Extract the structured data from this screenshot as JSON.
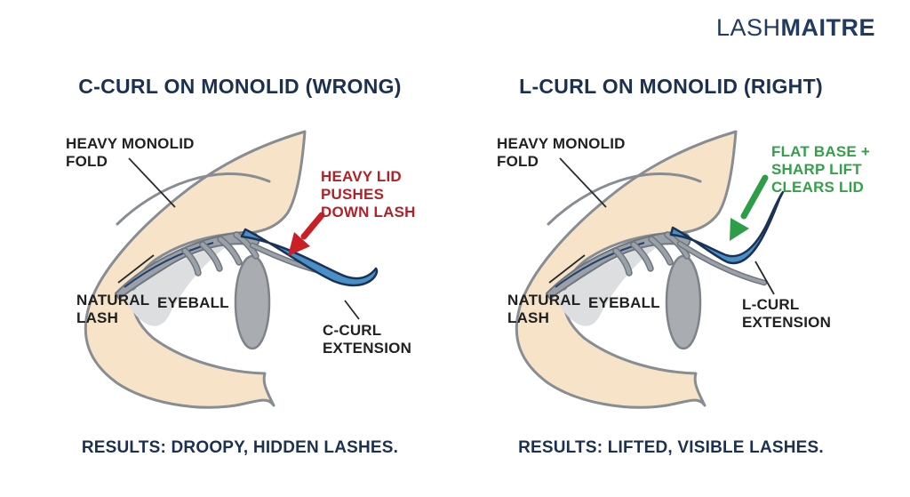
{
  "brand": {
    "prefix": "LASH",
    "suffix": "MAITRE"
  },
  "panels": [
    {
      "id": "wrong",
      "title": "C-CURL ON MONOLID (WRONG)",
      "labels": {
        "fold_line1": "HEAVY MONOLID",
        "fold_line2": "FOLD",
        "natural_line1": "NATURAL",
        "natural_line2": "LASH",
        "eyeball": "EYEBALL",
        "extension_line1": "C-CURL",
        "extension_line2": "EXTENSION",
        "note_line1": "HEAVY LID",
        "note_line2": "PUSHES",
        "note_line3": "DOWN LASH"
      },
      "result": "RESULTS: DROOPY, HIDDEN LASHES."
    },
    {
      "id": "right",
      "title": "L-CURL ON MONOLID (RIGHT)",
      "labels": {
        "fold_line1": "HEAVY MONOLID",
        "fold_line2": "FOLD",
        "natural_line1": "NATURAL",
        "natural_line2": "LASH",
        "eyeball": "EYEBALL",
        "extension_line1": "L-CURL",
        "extension_line2": "EXTENSION",
        "note_line1": "FLAT BASE +",
        "note_line2": "SHARP LIFT",
        "note_line3": "CLEARS LID"
      },
      "result": "RESULTS: LIFTED, VISIBLE LASHES."
    }
  ],
  "colors": {
    "brand_navy": "#223a5e",
    "title_navy": "#1c3050",
    "label_black": "#212121",
    "warning_red": "#b22128",
    "arrow_red": "#c91f25",
    "success_green": "#34a04a",
    "arrow_green": "#2d9e47",
    "skin": "#f6e3c8",
    "outline_gray": "#878d93",
    "lash_gray": "#9ba1a8",
    "extension_blue": "#4a90c8",
    "extension_outline": "#1b3254",
    "iris_gray": "#a9adb2"
  }
}
